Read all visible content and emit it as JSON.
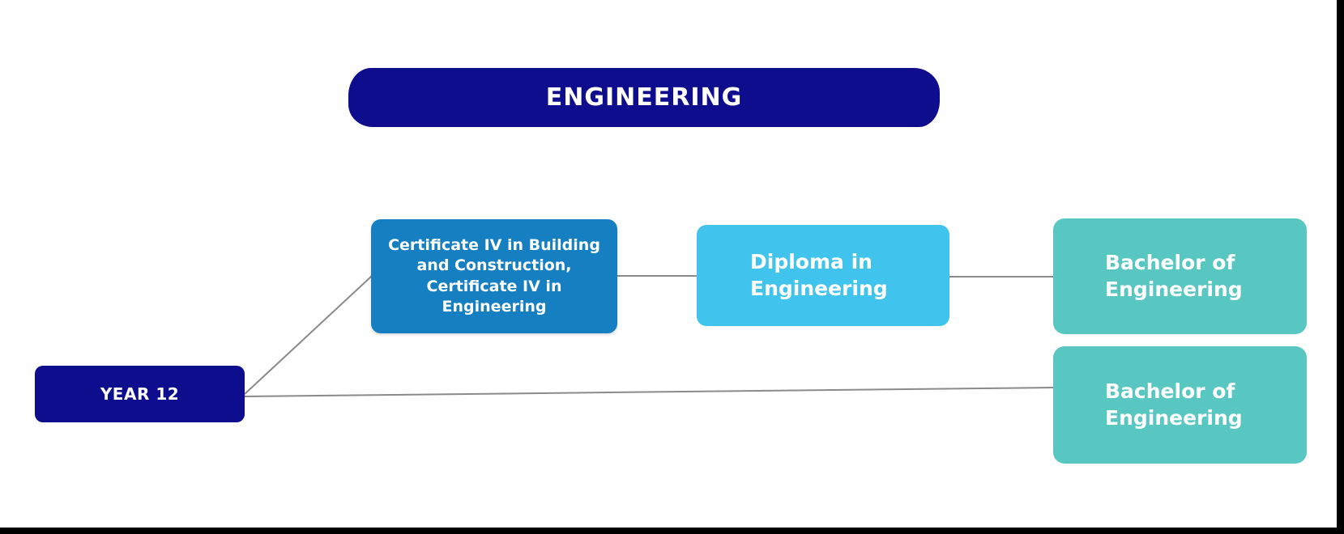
{
  "frame": {
    "bar_color": "#000000"
  },
  "diagram": {
    "title": {
      "label": "ENGINEERING",
      "bg": "#0d0d8e",
      "text_color": "#ffffff"
    },
    "nodes": [
      {
        "id": "year12",
        "label": "YEAR 12",
        "bg": "#0d0d8e"
      },
      {
        "id": "cert4",
        "label": "Certificate IV in Building\nand Construction,\nCertificate IV in\nEngineering",
        "bg": "#157fc1"
      },
      {
        "id": "diploma",
        "label": "Diploma in\nEngineering",
        "bg": "#40c3ec"
      },
      {
        "id": "bachelor_top",
        "label": "Bachelor of\nEngineering",
        "bg": "#58c7c1"
      },
      {
        "id": "bachelor_bottom",
        "label": "Bachelor of\nEngineering",
        "bg": "#58c7c1"
      }
    ],
    "edges": [
      {
        "from": "year12",
        "to": "cert4"
      },
      {
        "from": "year12",
        "to": "bachelor_bottom"
      },
      {
        "from": "cert4",
        "to": "diploma"
      },
      {
        "from": "diploma",
        "to": "bachelor_top"
      }
    ],
    "connector_color": "#8a8a8a"
  }
}
